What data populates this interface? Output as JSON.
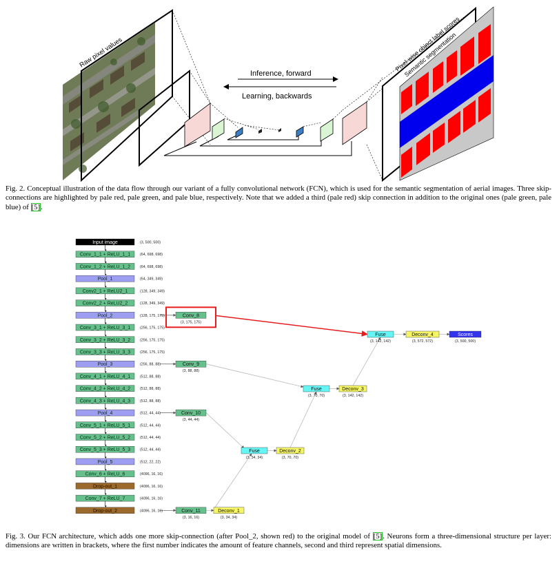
{
  "figure2": {
    "label_raw": "Raw pixel values",
    "label_pixelwise": "Pixel-wise object label scores",
    "label_semantic": "Semantic segmentation",
    "arrow_forward": "Inference, forward",
    "arrow_backward": "Learning, backwards",
    "caption": {
      "lead": "Fig. 2.  Conceptual illustration of the data flow through our variant of a fully convolutional network (FCN), which is used for the semantic segmentation of aerial images. Three skip-connections are highlighted by pale red, pale green, and pale blue, respectively. Note that we added a third (pale red) skip connection in addition to the original ones (pale green, pale blue) of ",
      "ref": "[5]",
      "tail": "."
    },
    "colors": {
      "pale_red": "#f8d7d7",
      "pale_green": "#d9f5d3",
      "pale_blue": "#3d7fc2",
      "seg_red": "#ff0000",
      "seg_blue": "#0000ee",
      "seg_gray": "#c8c8c8"
    }
  },
  "figure3": {
    "layers": [
      {
        "label": "Input image",
        "dims": "(3, 500, 500)",
        "kind": "input"
      },
      {
        "label": "Conv_1_1 + ReLU_1_1",
        "dims": "(64, 698, 698)",
        "kind": "conv"
      },
      {
        "label": "Conv_1_2 + ReLU_1_2",
        "dims": "(64, 698, 698)",
        "kind": "conv"
      },
      {
        "label": "Pool_1",
        "dims": "(64, 349, 349)",
        "kind": "pool"
      },
      {
        "label": "Conv2_1 + ReLU2_1",
        "dims": "(128, 349, 349)",
        "kind": "conv"
      },
      {
        "label": "Conv2_2 + ReLU2_2",
        "dims": "(128, 349, 349)",
        "kind": "conv"
      },
      {
        "label": "Pool_2",
        "dims": "(128, 175, 175)",
        "kind": "pool"
      },
      {
        "label": "Conv_3_1 + ReLU_3_1",
        "dims": "(256, 175, 175)",
        "kind": "conv"
      },
      {
        "label": "Conv_3_2 + ReLU_3_2",
        "dims": "(256, 175, 175)",
        "kind": "conv"
      },
      {
        "label": "Conv_3_3 + ReLU_3_3",
        "dims": "(256, 175, 175)",
        "kind": "conv"
      },
      {
        "label": "Pool_3",
        "dims": "(256, 88, 88)",
        "kind": "pool"
      },
      {
        "label": "Conv_4_1 + ReLU_4_1",
        "dims": "(512, 88, 88)",
        "kind": "conv"
      },
      {
        "label": "Conv_4_2 + ReLU_4_2",
        "dims": "(512, 88, 88)",
        "kind": "conv"
      },
      {
        "label": "Conv_4_3 + ReLU_4_3",
        "dims": "(512, 88, 88)",
        "kind": "conv"
      },
      {
        "label": "Pool_4",
        "dims": "(512, 44, 44)",
        "kind": "pool"
      },
      {
        "label": "Conv_5_1 + ReLU_5_1",
        "dims": "(512, 44, 44)",
        "kind": "conv"
      },
      {
        "label": "Conv_5_2 + ReLU_5_2",
        "dims": "(512, 44, 44)",
        "kind": "conv"
      },
      {
        "label": "Conv_5_3 + ReLU_5_3",
        "dims": "(512, 44, 44)",
        "kind": "conv"
      },
      {
        "label": "Pool_5",
        "dims": "(512, 22, 22)",
        "kind": "pool"
      },
      {
        "label": "Conv_6 + ReLU_6",
        "dims": "(4096, 16, 16)",
        "kind": "conv"
      },
      {
        "label": "Drop-out_1",
        "dims": "(4096, 16, 16)",
        "kind": "dropout"
      },
      {
        "label": "Conv_7 + ReLU_7",
        "dims": "(4096, 16, 16)",
        "kind": "conv"
      },
      {
        "label": "Drop-out_2",
        "dims": "(4096, 16, 16)",
        "kind": "dropout"
      }
    ],
    "nodes": {
      "conv8": {
        "label": "Conv_8",
        "dims": "(3, 175, 175)"
      },
      "conv9": {
        "label": "Conv_9",
        "dims": "(3, 88, 88)"
      },
      "conv10": {
        "label": "Conv_10",
        "dims": "(3, 44, 44)"
      },
      "conv11": {
        "label": "Conv_11",
        "dims": "(3, 16, 16)"
      },
      "deconv1": {
        "label": "Deconv_1",
        "dims": "(3, 34, 34)"
      },
      "fuse1": {
        "label": "Fuse",
        "dims": "(3, 34, 34)"
      },
      "deconv2": {
        "label": "Deconv_2",
        "dims": "(3, 70, 70)"
      },
      "fuse2": {
        "label": "Fuse",
        "dims": "(3, 70, 70)"
      },
      "deconv3": {
        "label": "Deconv_3",
        "dims": "(3, 142, 142)"
      },
      "fuse3": {
        "label": "Fuse",
        "dims": "(3, 142, 142)"
      },
      "deconv4": {
        "label": "Deconv_4",
        "dims": "(3, 572, 572)"
      },
      "scores": {
        "label": "Scores",
        "dims": "(3, 500, 500)"
      }
    },
    "colors": {
      "input": "#000000",
      "conv": "#66c08c",
      "pool": "#9d9df2",
      "dropout": "#9b6a2c",
      "fuse": "#66f5f5",
      "deconv": "#f5f566",
      "scores": "#3333ee",
      "highlight": "#e81c1c"
    },
    "caption": {
      "lead": "Fig. 3.  Our FCN architecture, which adds one more skip-connection (after Pool_2, shown red) to the original model of ",
      "ref": "[5]",
      "tail": ". Neurons form a three-dimensional structure per layer: dimensions are written in brackets, where the first number indicates the amount of feature channels, second and third represent spatial dimensions."
    }
  }
}
